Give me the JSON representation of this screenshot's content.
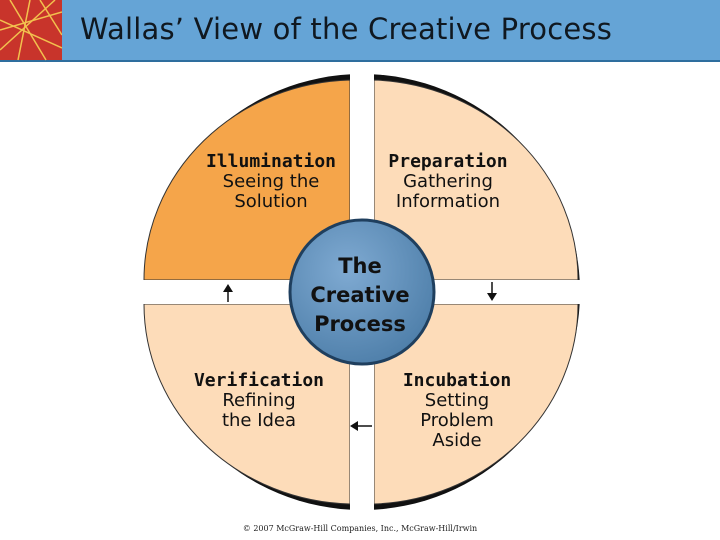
{
  "header": {
    "title": "Wallas’ View of the Creative Process"
  },
  "diagram": {
    "center_label": [
      "The",
      "Creative",
      "Process"
    ],
    "quadrants": [
      {
        "position": "top-left",
        "heading": "Illumination",
        "lines": [
          "Seeing the",
          "Solution"
        ],
        "fill": "#F5A54A"
      },
      {
        "position": "top-right",
        "heading": "Preparation",
        "lines": [
          "Gathering",
          "Information"
        ],
        "fill": "#FDDCB9"
      },
      {
        "position": "bottom-right",
        "heading": "Incubation",
        "lines": [
          "Setting",
          "Problem",
          "Aside"
        ],
        "fill": "#FDDCB9"
      },
      {
        "position": "bottom-left",
        "heading": "Verification",
        "lines": [
          "Refining",
          "the Idea"
        ],
        "fill": "#FDDCB9"
      }
    ],
    "center_fill": "#5B8DB8",
    "header_color": "#65A4D6",
    "arrows": [
      "down-right",
      "left-bottom",
      "up-left"
    ]
  },
  "footer": {
    "text": "© 2007 McGraw-Hill Companies, Inc., McGraw-Hill/Irwin"
  }
}
